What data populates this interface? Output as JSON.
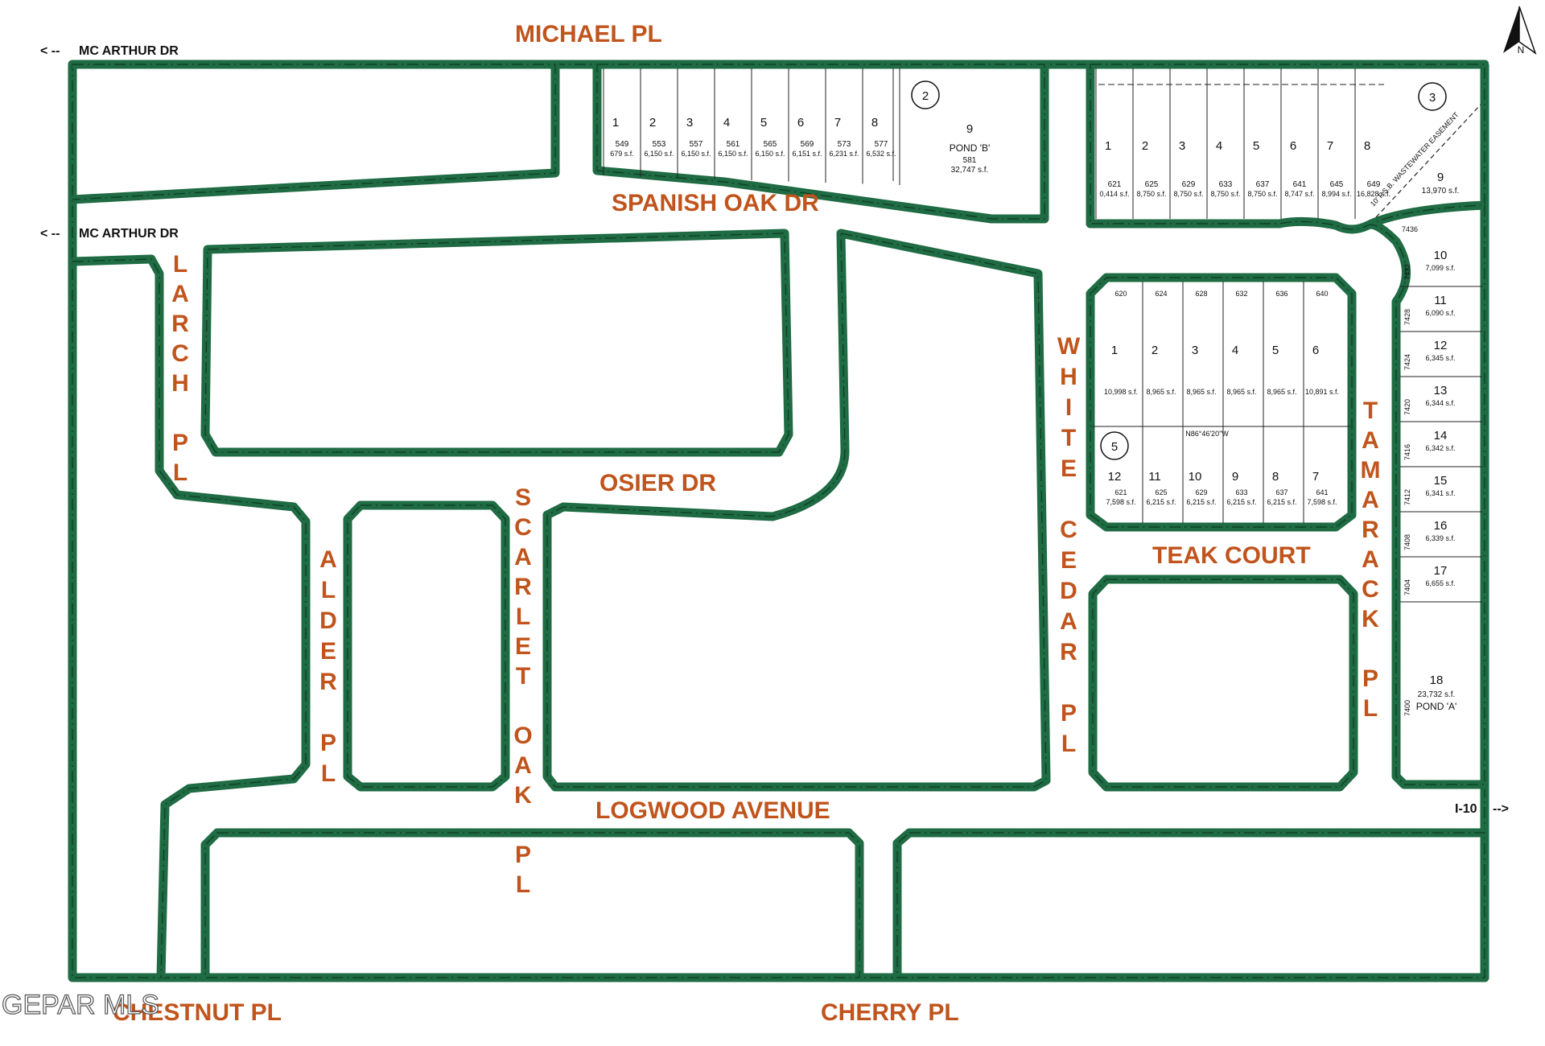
{
  "streets": {
    "michael_pl": "MICHAEL PL",
    "mcarthur_top": "MC ARTHUR DR",
    "mcarthur_mid": "MC ARTHUR DR",
    "arrow_left": "< --",
    "spanish_oak": "SPANISH OAK DR",
    "osier": "OSIER DR",
    "logwood": "LOGWOOD AVENUE",
    "teak_court": "TEAK COURT",
    "cherry_pl": "CHERRY PL",
    "chestnut_pl": "CHESTNUT PL",
    "i10": "I-10",
    "arrow_right": "-->",
    "larch": [
      "L",
      "A",
      "R",
      "C",
      "H",
      "",
      "P",
      "L"
    ],
    "alder": [
      "A",
      "L",
      "D",
      "E",
      "R",
      "",
      "P",
      "L"
    ],
    "scarlet_oak": [
      "S",
      "C",
      "A",
      "R",
      "L",
      "E",
      "T",
      "",
      "O",
      "A",
      "K",
      "",
      "P",
      "L"
    ],
    "white_cedar": [
      "W",
      "H",
      "I",
      "T",
      "E",
      "",
      "C",
      "E",
      "D",
      "A",
      "R",
      "",
      "P",
      "L"
    ],
    "tamarack": [
      "T",
      "A",
      "M",
      "A",
      "R",
      "A",
      "C",
      "K",
      "",
      "P",
      "L"
    ]
  },
  "north": "N",
  "watermark": "GEPAR MLS",
  "block_labels": {
    "b2": "2",
    "b3": "3",
    "b5": "5"
  },
  "block2_lots": [
    {
      "num": "1",
      "addr": "549",
      "sf": "679 s.f."
    },
    {
      "num": "2",
      "addr": "553",
      "sf": "6,150 s.f."
    },
    {
      "num": "3",
      "addr": "557",
      "sf": "6,150 s.f."
    },
    {
      "num": "4",
      "addr": "561",
      "sf": "6,150 s.f."
    },
    {
      "num": "5",
      "addr": "565",
      "sf": "6,150 s.f."
    },
    {
      "num": "6",
      "addr": "569",
      "sf": "6,151 s.f."
    },
    {
      "num": "7",
      "addr": "573",
      "sf": "6,231 s.f."
    },
    {
      "num": "8",
      "addr": "577",
      "sf": "6,532 s.f."
    }
  ],
  "pond_b": {
    "num": "9",
    "name": "POND 'B'",
    "addr": "581",
    "sf": "32,747 s.f."
  },
  "block3_lots": [
    {
      "num": "1",
      "addr": "621",
      "sf": "0,414 s.f."
    },
    {
      "num": "2",
      "addr": "625",
      "sf": "8,750 s.f."
    },
    {
      "num": "3",
      "addr": "629",
      "sf": "8,750 s.f."
    },
    {
      "num": "4",
      "addr": "633",
      "sf": "8,750 s.f."
    },
    {
      "num": "5",
      "addr": "637",
      "sf": "8,750 s.f."
    },
    {
      "num": "6",
      "addr": "641",
      "sf": "8,747 s.f."
    },
    {
      "num": "7",
      "addr": "645",
      "sf": "8,994 s.f."
    },
    {
      "num": "8",
      "addr": "649",
      "sf": "16,828 s.f."
    }
  ],
  "block3_lot9": {
    "num": "9",
    "sf": "13,970 s.f."
  },
  "easement": "10' P.S.B. WASTEWATER EASEMENT",
  "teak_top": [
    {
      "num": "1",
      "addr": "620",
      "sf": "10,998 s.f."
    },
    {
      "num": "2",
      "addr": "624",
      "sf": "8,965 s.f."
    },
    {
      "num": "3",
      "addr": "628",
      "sf": "8,965 s.f."
    },
    {
      "num": "4",
      "addr": "632",
      "sf": "8,965 s.f."
    },
    {
      "num": "5",
      "addr": "636",
      "sf": "8,965 s.f."
    },
    {
      "num": "6",
      "addr": "640",
      "sf": "10,891 s.f."
    }
  ],
  "teak_bottom": [
    {
      "num": "12",
      "addr": "621",
      "sf": "7,598 s.f."
    },
    {
      "num": "11",
      "addr": "625",
      "sf": "6,215 s.f."
    },
    {
      "num": "10",
      "addr": "629",
      "sf": "6,215 s.f."
    },
    {
      "num": "9",
      "addr": "633",
      "sf": "6,215 s.f."
    },
    {
      "num": "8",
      "addr": "637",
      "sf": "6,215 s.f."
    },
    {
      "num": "7",
      "addr": "641",
      "sf": "7,598 s.f."
    }
  ],
  "teak_bearing": "N86°46'20\"W",
  "tamarack_lots": [
    {
      "num": "10",
      "addr": "7432",
      "sf": "7,099 s.f."
    },
    {
      "num": "11",
      "addr": "7428",
      "sf": "6,090 s.f."
    },
    {
      "num": "12",
      "addr": "7424",
      "sf": "6,345 s.f."
    },
    {
      "num": "13",
      "addr": "7420",
      "sf": "6,344 s.f."
    },
    {
      "num": "14",
      "addr": "7416",
      "sf": "6,342 s.f."
    },
    {
      "num": "15",
      "addr": "7412",
      "sf": "6,341 s.f."
    },
    {
      "num": "16",
      "addr": "7408",
      "sf": "6,339 s.f."
    },
    {
      "num": "17",
      "addr": "7404",
      "sf": "6,655 s.f."
    }
  ],
  "pond_a": {
    "num": "18",
    "addr": "7400",
    "sf": "23,732 s.f.",
    "name": "POND 'A'"
  },
  "tamarack_top_addr": "7436"
}
